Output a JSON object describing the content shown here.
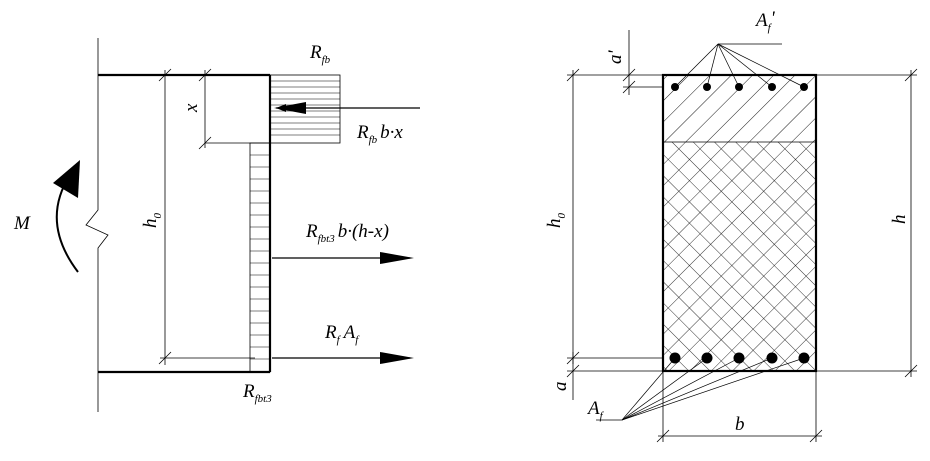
{
  "left_diagram": {
    "moment": {
      "symbol": "M"
    },
    "effective_depth": {
      "symbol": "h",
      "sub": "0"
    },
    "compression_height": {
      "symbol": "x"
    },
    "compression_stress": {
      "symbol": "R",
      "sub": "fb"
    },
    "compression_force": {
      "R": "R",
      "sub": "fb",
      "rest": "b·x"
    },
    "fiber_tension_force": {
      "R": "R",
      "sub": "fbt3",
      "rest": "b·(h-x)"
    },
    "rebar_force": {
      "R": "R",
      "sub1": "f",
      "A": "A",
      "sub2": "f"
    },
    "tension_stress": {
      "symbol": "R",
      "sub": "fbt3"
    }
  },
  "right_diagram": {
    "top_cover": {
      "symbol": "a'"
    },
    "top_rebar": {
      "symbol": "A",
      "sub": "f",
      "prime": "'"
    },
    "effective_depth": {
      "symbol": "h",
      "sub": "0"
    },
    "total_height": {
      "symbol": "h"
    },
    "bottom_cover": {
      "symbol": "a"
    },
    "bottom_rebar": {
      "symbol": "A",
      "sub": "f"
    },
    "width": {
      "symbol": "b"
    }
  },
  "colors": {
    "line": "#000000",
    "background": "#ffffff"
  }
}
